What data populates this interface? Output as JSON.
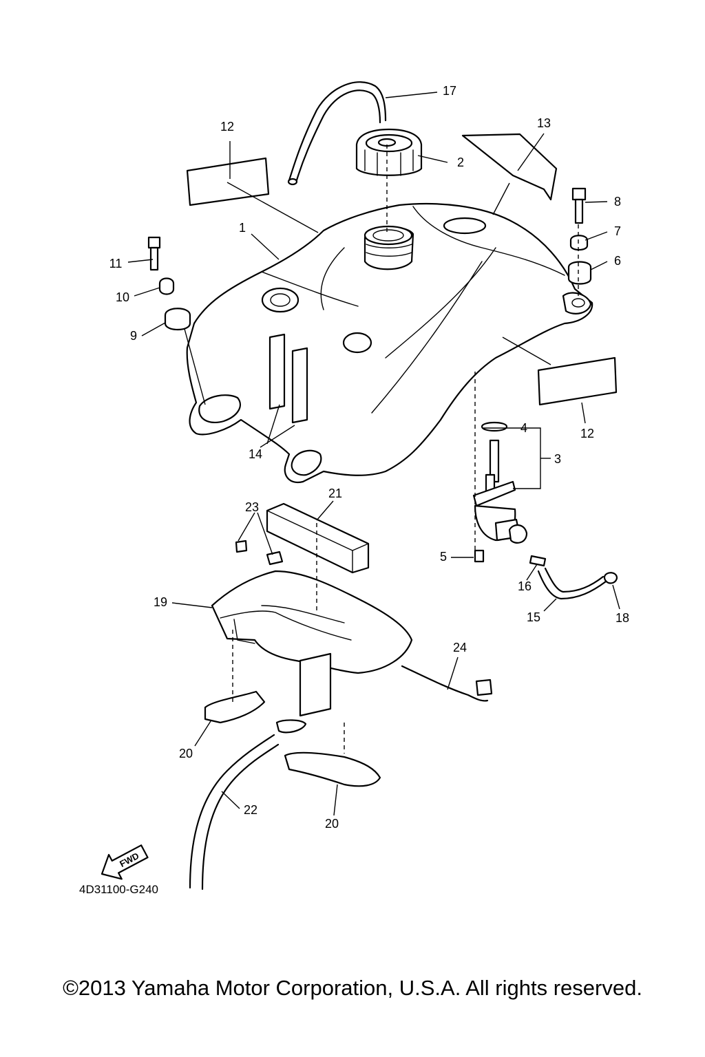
{
  "diagram": {
    "ref_code": "4D31100-G240",
    "fwd_label": "FWD",
    "callouts": [
      {
        "id": "1",
        "label": "1"
      },
      {
        "id": "2",
        "label": "2"
      },
      {
        "id": "3",
        "label": "3"
      },
      {
        "id": "4",
        "label": "4"
      },
      {
        "id": "5",
        "label": "5"
      },
      {
        "id": "6",
        "label": "6"
      },
      {
        "id": "7",
        "label": "7"
      },
      {
        "id": "8",
        "label": "8"
      },
      {
        "id": "9",
        "label": "9"
      },
      {
        "id": "10",
        "label": "10"
      },
      {
        "id": "11",
        "label": "11"
      },
      {
        "id": "12a",
        "label": "12"
      },
      {
        "id": "12b",
        "label": "12"
      },
      {
        "id": "13",
        "label": "13"
      },
      {
        "id": "14",
        "label": "14"
      },
      {
        "id": "15",
        "label": "15"
      },
      {
        "id": "16",
        "label": "16"
      },
      {
        "id": "17",
        "label": "17"
      },
      {
        "id": "18",
        "label": "18"
      },
      {
        "id": "19",
        "label": "19"
      },
      {
        "id": "20a",
        "label": "20"
      },
      {
        "id": "20b",
        "label": "20"
      },
      {
        "id": "21",
        "label": "21"
      },
      {
        "id": "22",
        "label": "22"
      },
      {
        "id": "23",
        "label": "23"
      },
      {
        "id": "24",
        "label": "24"
      }
    ]
  },
  "footer": {
    "copyright": "©2013 Yamaha Motor Corporation, U.S.A. All rights reserved."
  }
}
